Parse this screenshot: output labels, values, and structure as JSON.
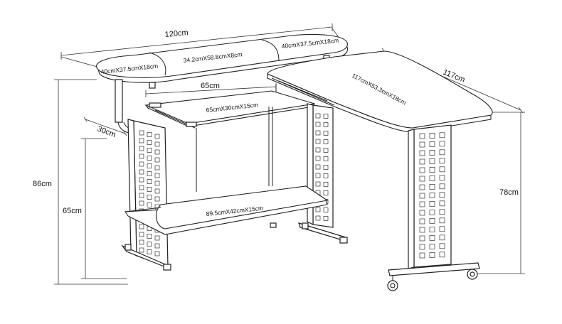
{
  "dimensions": {
    "width_total": "120cm",
    "depth_right": "117cm",
    "height_total": "86cm",
    "height_keyboard": "65cm",
    "height_right": "78cm",
    "depth_side": "30cm",
    "keyboard_span": "65cm"
  },
  "panels": {
    "left_shelf": "40cmX37.5cmX18cm",
    "middle_shelf": "34.2cmX58.8cmX8cm",
    "right_shelf": "40cmX37.5cmX18cm",
    "corner_desk": "117cmX53.3cmX18cm",
    "keyboard_tray": "65cmX30cmX15cm",
    "bottom_shelf": "89.5cmX42cmX15cm"
  }
}
